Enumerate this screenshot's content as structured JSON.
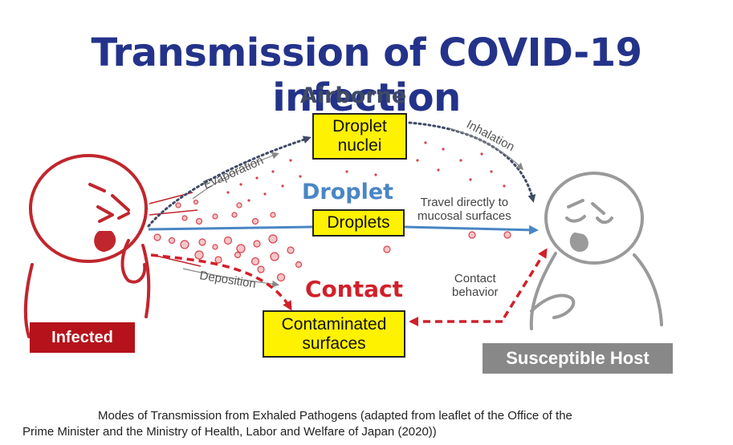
{
  "title": "Transmission of COVID-19 infection",
  "categories": {
    "airborne": "Airborne",
    "droplet": "Droplet",
    "contact": "Contact"
  },
  "boxes": {
    "nuclei_line1": "Droplet",
    "nuclei_line2": "nuclei",
    "droplets": "Droplets",
    "surfaces_line1": "Contaminated",
    "surfaces_line2": "surfaces"
  },
  "labels": {
    "evaporation": "Evaporation",
    "inhalation": "Inhalation",
    "travel_line1": "Travel directly to",
    "travel_line2": "mucosal surfaces",
    "deposition": "Deposition",
    "contact_line1": "Contact",
    "contact_line2": "behavior"
  },
  "figures": {
    "infected": "Infected",
    "host": "Susceptible Host"
  },
  "caption": {
    "line1": "Modes of Transmission from Exhaled Pathogens (adapted from leaflet of the Office of the",
    "line2": "Prime Minister and the Ministry of Health, Labor and Welfare of Japan (2020))"
  },
  "colors": {
    "title": "#24338a",
    "airborne": "#3f4a66",
    "droplet": "#4a86c5",
    "contact": "#d0202a",
    "box_fill": "#fff200",
    "infected_badge": "#b5121b",
    "host_badge": "#888888",
    "person_infected": "#c0262d",
    "person_host": "#9a9a9a"
  }
}
